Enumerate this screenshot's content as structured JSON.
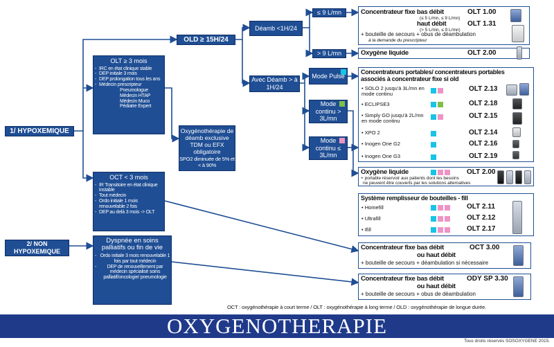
{
  "colors": {
    "node": "#1f4e94",
    "cyan": "#19c3e6",
    "pink": "#f093c4",
    "green": "#7fbf4a",
    "banner": "#203a8a"
  },
  "hypox": "1/ HYPOXEMIQUE",
  "nonhypox": "2/ NON HYPOXEMIQUE",
  "oltbox": {
    "title": "OLT ≥ 3 mois",
    "items": [
      "IRC en état clinique stable",
      "DEP initiale 3 mois",
      "DEP prolongation tous les ans",
      "Médecin prescripteur"
    ],
    "subs": [
      "Pneumologue",
      "Médecin HTAP",
      "Médecin Muco",
      "Pédiatre Expert"
    ]
  },
  "octbox": {
    "title": "OCT < 3 mois",
    "items": [
      "IR Transitoire en état clinique instable",
      "Tout médecin",
      "Ordo initiale 1 mois renouvelable 2 fois",
      "DEP au delà 3 mois -> OLT"
    ]
  },
  "dyspbox": {
    "title": "Dyspnée en soins palliatifs ou fin de vie",
    "items": [
      "Ordo initiale 3 mois renouvelable 1 fois par tout médecin",
      "DEP de renouvellement par médecin spécialisé soins palliatif/oncologie/ pneumologie"
    ]
  },
  "old": "OLD ≥ 15H/24",
  "deamb": "Déamb <1H/24",
  "avec": "Avec Déamb > à 1H/24",
  "deambex": {
    "title": "Oxygénothérapie de déamb exclusive TDM ou EFX obligatoire",
    "sub": "SPO2 diminuée de 5% et < à 90%"
  },
  "le9": "≤ 9 L/mn",
  "gt9": "> 9 L/mn",
  "pulse": "Mode Pulsé",
  "cont": "Mode continu > 3L/mn",
  "cont2": "Mode continu ≤ 3L/mn",
  "b1": {
    "l1": "Concentrateur fixe bas débit",
    "olt1": "OLT 1.00",
    "tiny1": "(≤ 5 L/mn, ≤ 9 L/mn)",
    "l2": "haut débit",
    "olt2": "OLT 1.31",
    "tiny2": "(> 5 L/mn, ≤ 9 L/mn)",
    "l3": "+ bouteille de secours + obus de déambulation",
    "l4": "à la demande du prescripteur"
  },
  "b2": {
    "l1": "Oxygène liquide",
    "olt": "OLT 2.00"
  },
  "b3": {
    "l1": "Concentrateurs portables/ concentrateurs portables",
    "l2": "associés à concentrateur fixe si old",
    "rows": [
      {
        "name": "SOLO 2 jusqu'à 3L/mn en mode continu",
        "olt": "OLT 2.13"
      },
      {
        "name": "ECLIPSE3",
        "olt": "OLT 2.18"
      },
      {
        "name": "Simply GO jusqu'à 2L/mn en mode continu",
        "olt": "OLT 2.15"
      },
      {
        "name": "XPO 2",
        "olt": "OLT 2.14"
      },
      {
        "name": "Inogen One G2",
        "olt": "OLT 2.16"
      },
      {
        "name": "Inogen One G3",
        "olt": "OLT 2.19"
      }
    ]
  },
  "b4": {
    "l1": "Oxygène liquide",
    "olt": "OLT 2.00",
    "l2": "+ portable réservoir aux patients dont les besoins",
    "l3": "ne peuvent être couverts par les solutions alternatives"
  },
  "b5": {
    "l1": "Système remplisseur de bouteilles - fill",
    "rows": [
      {
        "name": "Homefill",
        "olt": "OLT 2.11"
      },
      {
        "name": "Ultrafill",
        "olt": "OLT 2.12"
      },
      {
        "name": "Ifill",
        "olt": "OLT 2.17"
      }
    ]
  },
  "b6": {
    "l1": "Concentrateur fixe bas débit",
    "olt": "OCT 3.00",
    "l2": "ou haut débit",
    "l3": "+ bouteille de secours + déambulation si nécessaire"
  },
  "b7": {
    "l1": "Concentrateur fixe bas débit",
    "olt": "ODY SP 3.30",
    "l2": "ou haut débit",
    "l3": "+ bouteille de secours + obus de déambulation"
  },
  "legend": "OCT : oxygénothérapie à court terme / OLT : oxygénothérapie à long terme / OLD : oxygénothérapie de longue durée.",
  "banner": "OXYGENOTHERAPIE",
  "copyright": "Tous droits réservés SOSOXYGENE 2015."
}
